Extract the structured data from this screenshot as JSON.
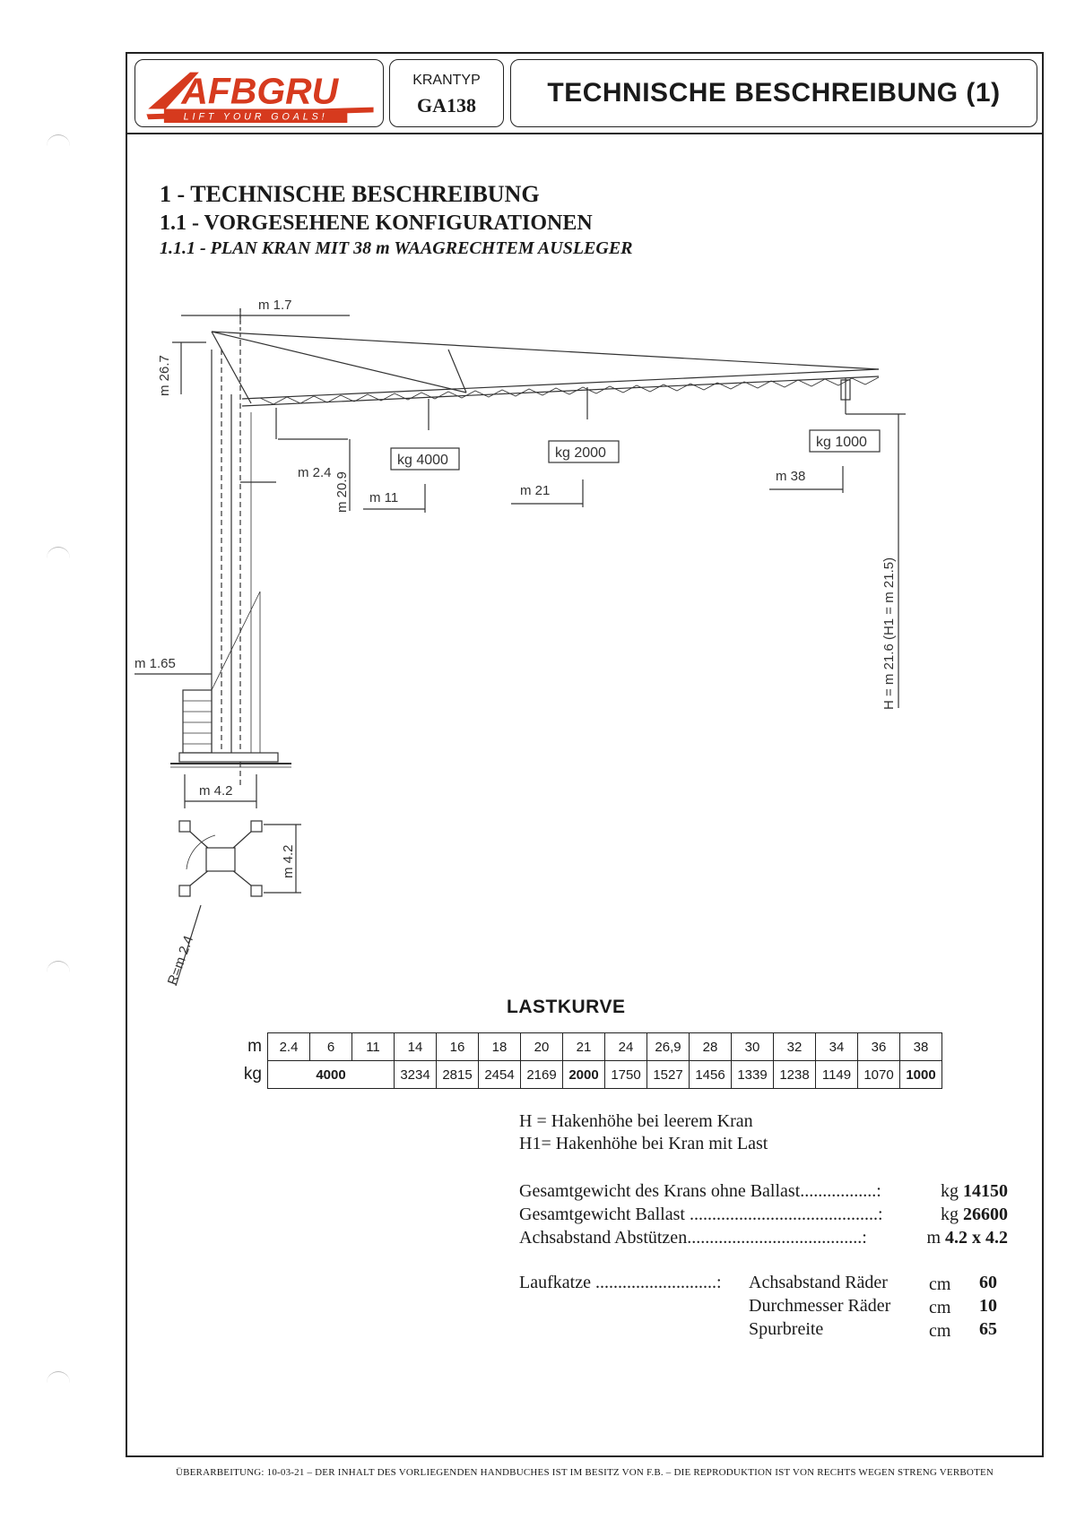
{
  "header": {
    "logo_name": "AFBGRU",
    "logo_tagline": "LIFT YOUR GOALS!",
    "crane_type_label": "KRANTYP",
    "crane_type_value": "GA138",
    "title": "TECHNISCHE BESCHREIBUNG (1)"
  },
  "sections": {
    "h1": "1 - TECHNISCHE BESCHREIBUNG",
    "h2": "1.1 - VORGESEHENE KONFIGURATIONEN",
    "h3": "1.1.1 - PLAN KRAN MIT 38 m WAAGRECHTEM AUSLEGER"
  },
  "drawing": {
    "dim_top": "m  1.7",
    "dim_height_left": "m  26.7",
    "dim_2_4": "m  2.4",
    "dim_20_9": "m  20.9",
    "dim_11": "m  11",
    "dim_21": "m  21",
    "dim_38": "m  38",
    "load_4000": "kg  4000",
    "load_2000": "kg  2000",
    "load_1000": "kg  1000",
    "dim_hook_height": "H  =  m  21.6  (H1  =  m  21.5)",
    "dim_1_65": "m  1.65",
    "dim_base_width": "m  4.2",
    "dim_base_depth": "m  4.2",
    "dim_radius": "R=m  2.4"
  },
  "load_curve": {
    "title": "LASTKURVE",
    "row_unit_m": "m",
    "row_unit_kg": "kg",
    "distances": [
      "2.4",
      "6",
      "11",
      "14",
      "16",
      "18",
      "20",
      "21",
      "24",
      "26,9",
      "28",
      "30",
      "32",
      "34",
      "36",
      "38"
    ],
    "loads_merged_first": "4000",
    "loads": [
      "3234",
      "2815",
      "2454",
      "2169",
      "2000",
      "1750",
      "1527",
      "1456",
      "1339",
      "1238",
      "1149",
      "1070",
      "1000"
    ]
  },
  "notes": {
    "h": "H = Hakenhöhe bei leerem Kran",
    "h1": "H1= Hakenhöhe bei Kran mit Last"
  },
  "specs": [
    {
      "label": "Gesamtgewicht des Krans ohne Ballast.................: ",
      "unit": "kg ",
      "value": "14150"
    },
    {
      "label": "Gesamtgewicht Ballast ..........................................: ",
      "unit": "kg ",
      "value": "26600"
    },
    {
      "label": "Achsabstand Abstützen.......................................: ",
      "unit": "m ",
      "value": "4.2 x 4.2"
    }
  ],
  "trolley": {
    "label": "Laufkatze ...........................:",
    "rows": [
      {
        "name": "Achsabstand Räder",
        "unit": "cm",
        "value": "60"
      },
      {
        "name": "Durchmesser Räder",
        "unit": "cm",
        "value": "10"
      },
      {
        "name": "Spurbreite",
        "unit": "cm",
        "value": "65"
      }
    ]
  },
  "footer": "ÜBERARBEITUNG: 10-03-21 – DER INHALT DES VORLIEGENDEN HANDBUCHES IST IM BESITZ VON F.B. – DIE REPRODUKTION IST VON RECHTS WEGEN STRENG VERBOTEN"
}
